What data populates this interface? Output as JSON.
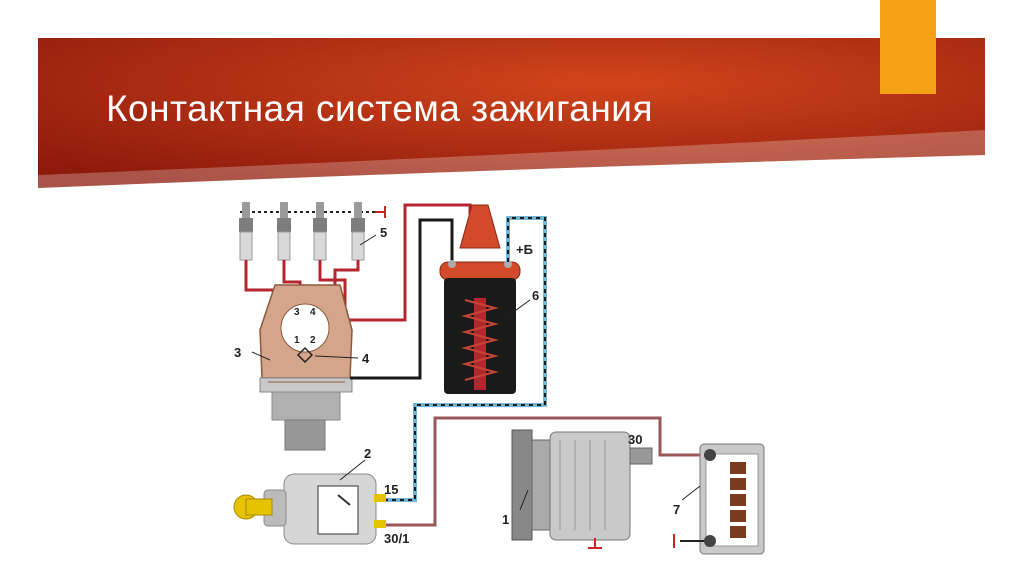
{
  "slide": {
    "title": "Контактная система зажигания"
  },
  "colors": {
    "banner_dark": "#8e1a0c",
    "banner_light": "#d2451c",
    "accent": "#f5a316",
    "wire_hv": "#b3262d",
    "wire_lv": "#1a1a1a",
    "wire_feed": "#6fb6d6",
    "wire_battery": "#9a5757"
  },
  "diagram": {
    "labels": {
      "alternator": "1",
      "ignition_switch": "2",
      "distributor": "3",
      "breaker": "4",
      "spark_plugs": "5",
      "ignition_coil": "6",
      "battery": "7",
      "terminal_15": "15",
      "terminal_30_1": "30/1",
      "terminal_30": "30",
      "coil_plus": "+Б"
    },
    "cap_numbers": {
      "n1": "1",
      "n2": "2",
      "n3": "3",
      "n4": "4"
    }
  }
}
